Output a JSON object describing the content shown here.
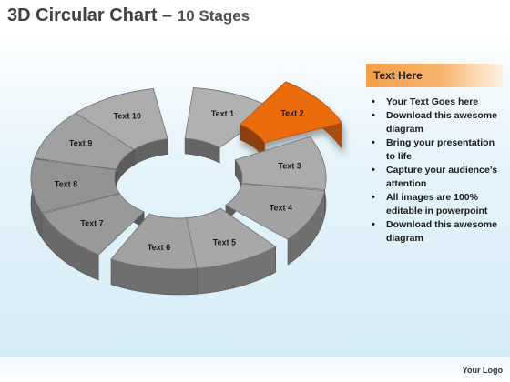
{
  "title": {
    "main": "3D Circular Chart",
    "dash": " – ",
    "sub": "10 Stages"
  },
  "stages": [
    {
      "label": "Text 1",
      "color": "#a9a9a9"
    },
    {
      "label": "Text 2",
      "color": "#ea6c10"
    },
    {
      "label": "Text 3",
      "color": "#a3a3a3"
    },
    {
      "label": "Text 4",
      "color": "#9b9b9b"
    },
    {
      "label": "Text 5",
      "color": "#a0a0a0"
    },
    {
      "label": "Text 6",
      "color": "#9a9a9a"
    },
    {
      "label": "Text 7",
      "color": "#929292"
    },
    {
      "label": "Text 8",
      "color": "#8c8c8c"
    },
    {
      "label": "Text 9",
      "color": "#999999"
    },
    {
      "label": "Text 10",
      "color": "#a4a4a4"
    }
  ],
  "panel": {
    "header": "Text Here",
    "bullets": [
      "Your Text Goes here",
      "Download this awesome diagram",
      "Bring your presentation to life",
      "Capture your audience’s attention",
      "All images are 100% editable in powerpoint",
      "Download this awesome diagram"
    ]
  },
  "footer": {
    "logo": "Your Logo"
  },
  "colors": {
    "accent": "#ea6c10",
    "panel_header": "#f5a04a",
    "ring_gray": "#a0a0a0"
  }
}
